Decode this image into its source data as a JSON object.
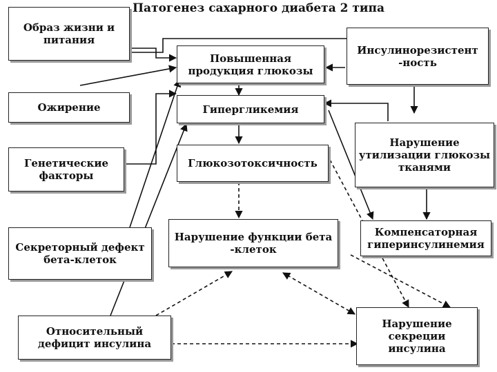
{
  "title": "Патогенез сахарного диабета 2 типа",
  "boxes": {
    "lifestyle": "Образ жизни и питания",
    "obesity": "Ожирение",
    "genetic": "Генетические факторы",
    "secretory_defect": "Секреторный дефект бета-клеток",
    "relative_deficit": "Относительный дефицит инсулина",
    "glucose_production": "Повышенная продукция глюкозы",
    "hyperglycemia": "Гипергликемия",
    "glucotoxicity": "Глюкозотоксичность",
    "beta_dysfunction": "Нарушение функции бета -клеток",
    "insulin_resistance": "Инсулинорезистент -ность",
    "utilization": "Нарушение утилизации глюкозы тканями",
    "compensatory": "Компенсаторная гиперинсулинемия",
    "secretion": "Нарушение секреции инсулина"
  },
  "colors": {
    "line": "#111111",
    "shadow": "#9a9a9a"
  }
}
